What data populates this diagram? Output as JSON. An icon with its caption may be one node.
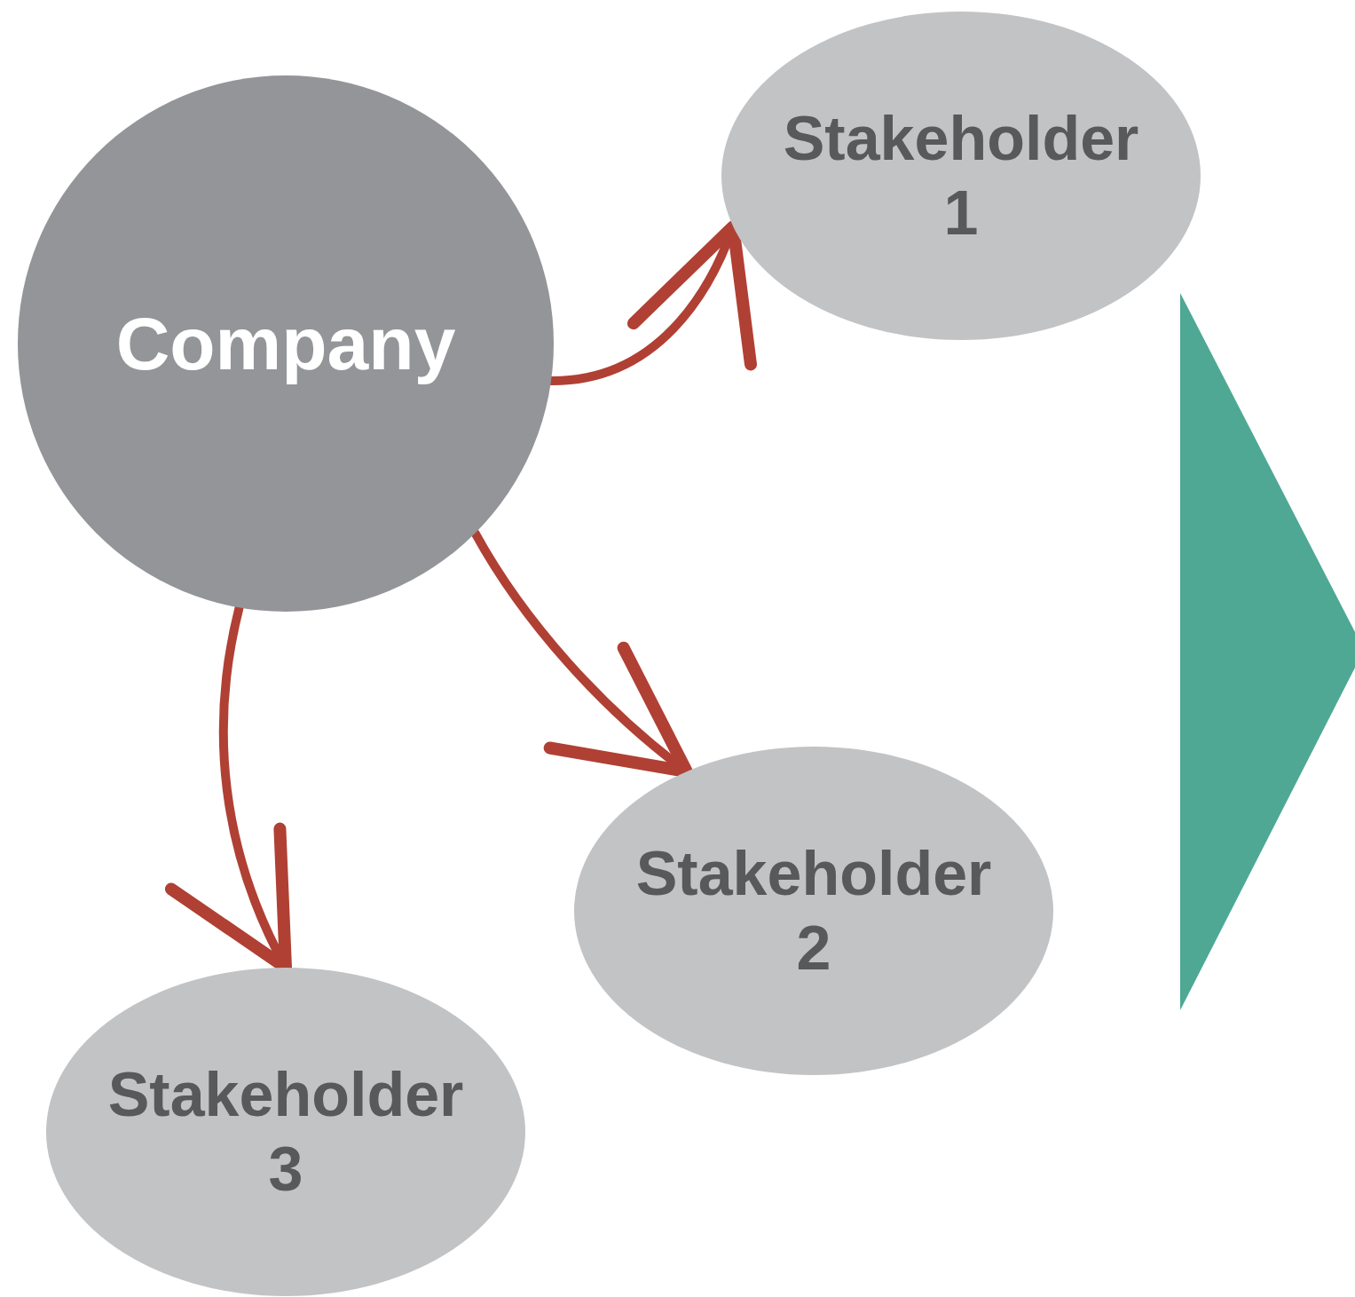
{
  "diagram": {
    "nodes": [
      {
        "text": [
          "Company"
        ]
      },
      {
        "text": [
          "Stakeholder 1"
        ]
      },
      {
        "text": [
          "Stakeholder 2"
        ]
      },
      {
        "text": [
          "Stakeholder 3"
        ]
      }
    ],
    "edges": [
      {
        "from": 0,
        "to": 1,
        "arrow": "to"
      },
      {
        "from": 0,
        "to": 2,
        "arrow": "to"
      },
      {
        "from": 0,
        "to": 3,
        "arrow": "to"
      }
    ]
  }
}
